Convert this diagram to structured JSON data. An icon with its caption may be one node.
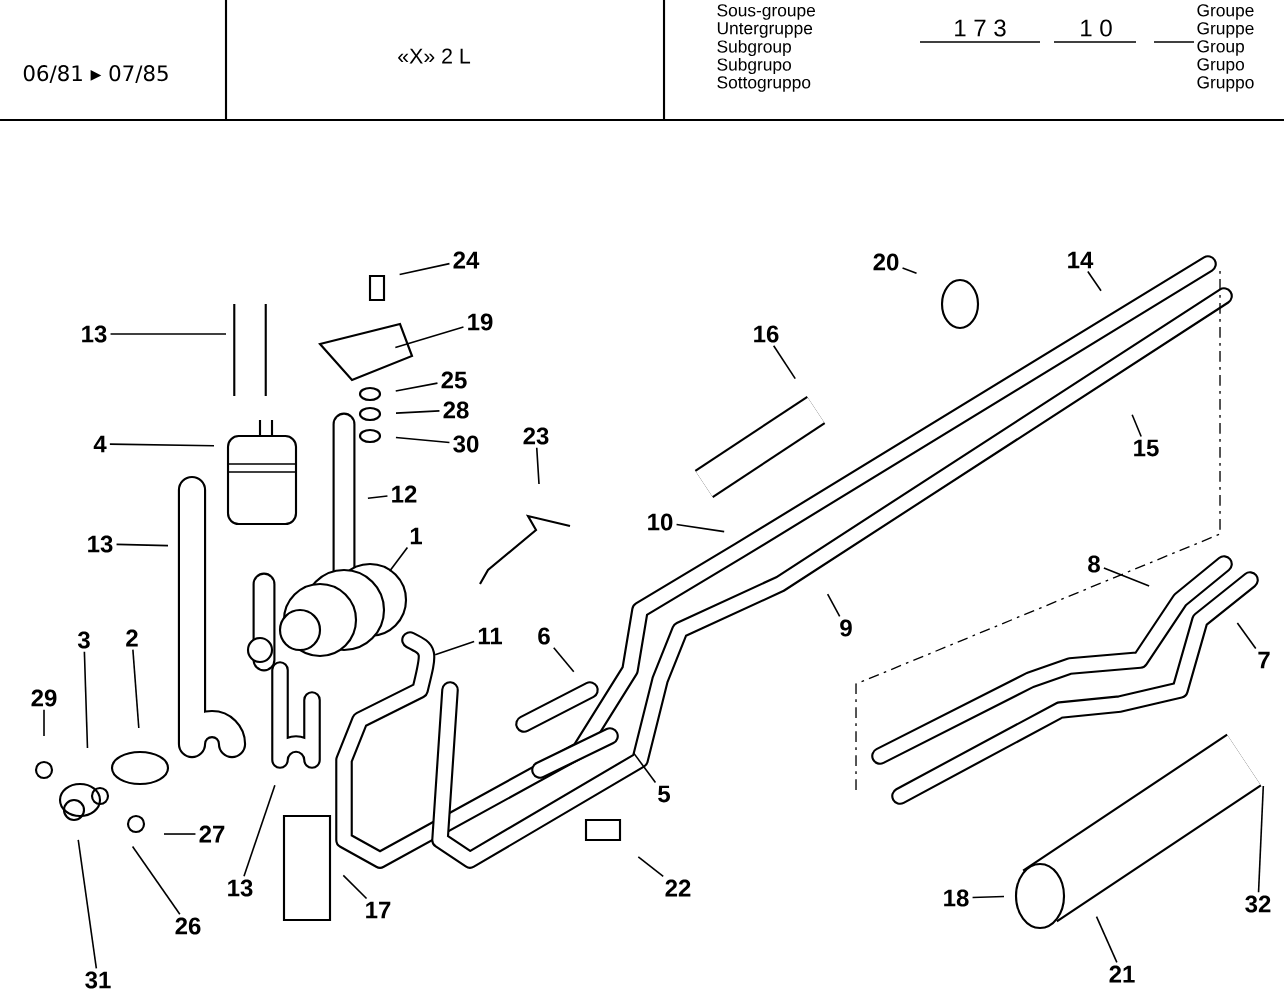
{
  "diagram": {
    "nodes": [
      {
        "text": [
          "24"
        ]
      },
      {
        "text": [
          "20"
        ]
      },
      {
        "text": [
          "14"
        ]
      },
      {
        "text": [
          "13"
        ]
      },
      {
        "text": [
          "19"
        ]
      },
      {
        "text": [
          "16"
        ]
      },
      {
        "text": [
          "25"
        ]
      },
      {
        "text": [
          "28"
        ]
      },
      {
        "text": [
          "30"
        ]
      },
      {
        "text": [
          "4"
        ]
      },
      {
        "text": [
          "23"
        ]
      },
      {
        "text": [
          "15"
        ]
      },
      {
        "text": [
          "12"
        ]
      },
      {
        "text": [
          "10"
        ]
      },
      {
        "text": [
          "1"
        ]
      },
      {
        "text": [
          "13"
        ]
      },
      {
        "text": [
          "8"
        ]
      },
      {
        "text": [
          "9"
        ]
      },
      {
        "text": [
          "11"
        ]
      },
      {
        "text": [
          "6"
        ]
      },
      {
        "text": [
          "3"
        ]
      },
      {
        "text": [
          "2"
        ]
      },
      {
        "text": [
          "7"
        ]
      },
      {
        "text": [
          "29"
        ]
      },
      {
        "text": [
          "5"
        ]
      },
      {
        "text": [
          "27"
        ]
      },
      {
        "text": [
          "13"
        ]
      },
      {
        "text": [
          "22"
        ]
      },
      {
        "text": [
          "18"
        ]
      },
      {
        "text": [
          "17"
        ]
      },
      {
        "text": [
          "32"
        ]
      },
      {
        "text": [
          "26"
        ]
      },
      {
        "text": [
          "21"
        ]
      },
      {
        "text": [
          "31"
        ]
      }
    ],
    "edges": [
      {
        "from": 0,
        "to": null,
        "arrow": "none"
      },
      {
        "from": 1,
        "to": null,
        "arrow": "none"
      },
      {
        "from": 2,
        "to": null,
        "arrow": "none"
      },
      {
        "from": 3,
        "to": null,
        "arrow": "none"
      },
      {
        "from": 4,
        "to": null,
        "arrow": "none"
      },
      {
        "from": 5,
        "to": null,
        "arrow": "none"
      },
      {
        "from": 6,
        "to": null,
        "arrow": "none"
      },
      {
        "from": 7,
        "to": null,
        "arrow": "none"
      },
      {
        "from": 8,
        "to": null,
        "arrow": "none"
      },
      {
        "from": 9,
        "to": null,
        "arrow": "none"
      },
      {
        "from": 10,
        "to": null,
        "arrow": "none"
      },
      {
        "from": 11,
        "to": null,
        "arrow": "none"
      },
      {
        "from": 12,
        "to": null,
        "arrow": "none"
      },
      {
        "from": 13,
        "to": null,
        "arrow": "none"
      },
      {
        "from": 14,
        "to": null,
        "arrow": "none"
      },
      {
        "from": 15,
        "to": null,
        "arrow": "none"
      },
      {
        "from": 16,
        "to": null,
        "arrow": "none"
      },
      {
        "from": 17,
        "to": null,
        "arrow": "none"
      },
      {
        "from": 18,
        "to": null,
        "arrow": "none"
      },
      {
        "from": 19,
        "to": null,
        "arrow": "none"
      },
      {
        "from": 20,
        "to": null,
        "arrow": "none"
      },
      {
        "from": 21,
        "to": null,
        "arrow": "none"
      },
      {
        "from": 22,
        "to": null,
        "arrow": "none"
      },
      {
        "from": 23,
        "to": null,
        "arrow": "none"
      },
      {
        "from": 24,
        "to": null,
        "arrow": "none"
      },
      {
        "from": 25,
        "to": null,
        "arrow": "none"
      },
      {
        "from": 26,
        "to": null,
        "arrow": "none"
      },
      {
        "from": 27,
        "to": null,
        "arrow": "none"
      },
      {
        "from": 28,
        "to": null,
        "arrow": "none"
      },
      {
        "from": 29,
        "to": null,
        "arrow": "none"
      },
      {
        "from": 30,
        "to": null,
        "arrow": "none"
      },
      {
        "from": 31,
        "to": null,
        "arrow": "none"
      },
      {
        "from": 32,
        "to": null,
        "arrow": "none"
      },
      {
        "from": 33,
        "to": null,
        "arrow": "none"
      }
    ],
    "labels": [
      "06/81 ▸ 07/85",
      "«X» 2 L",
      "Sous-groupe",
      "Untergruppe",
      "Subgroup",
      "Subgrupo",
      "Sottogruppo",
      "1 7 3",
      "1 0",
      "Groupe",
      "Gruppe",
      "Group",
      "Grupo",
      "Gruppo"
    ]
  }
}
